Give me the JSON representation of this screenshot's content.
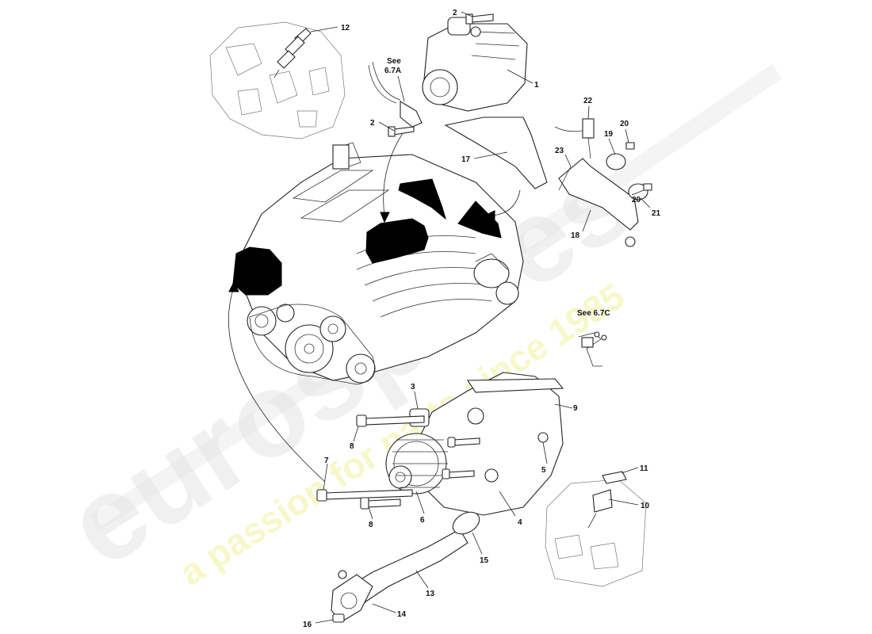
{
  "watermark": {
    "brand": "eurospares",
    "tagline": "a passion for parts since 1985"
  },
  "references": {
    "see_67a": "See 6.7A",
    "see_67a_line1": "See",
    "see_67a_line2": "6.7A",
    "see_67c": "See 6.7C"
  },
  "callouts": [
    "1",
    "2",
    "2",
    "3",
    "4",
    "5",
    "6",
    "7",
    "8",
    "8",
    "9",
    "10",
    "11",
    "12",
    "13",
    "14",
    "15",
    "16",
    "17",
    "18",
    "19",
    "20",
    "20",
    "21",
    "22",
    "23"
  ]
}
